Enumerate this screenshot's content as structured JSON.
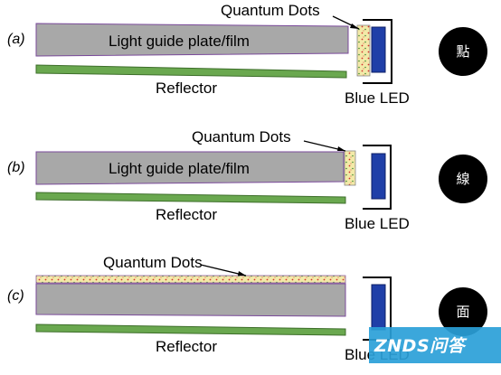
{
  "labels": {
    "quantum_dots": "Quantum Dots",
    "light_guide": "Light guide plate/film",
    "reflector": "Reflector",
    "blue_led": "Blue LED"
  },
  "panels": [
    {
      "tag": "(a)",
      "mode": "點"
    },
    {
      "tag": "(b)",
      "mode": "線"
    },
    {
      "tag": "(c)",
      "mode": "面"
    }
  ],
  "watermark": {
    "text": "ZNDS问答"
  },
  "colors": {
    "light_guide": "#a8a8a8",
    "reflector": "#6aa84f",
    "quantum_dots_fill": "#f3e9a8",
    "led": "#1f3fa8",
    "badge": "#000000",
    "watermark_bg": "#2a9fd8"
  }
}
